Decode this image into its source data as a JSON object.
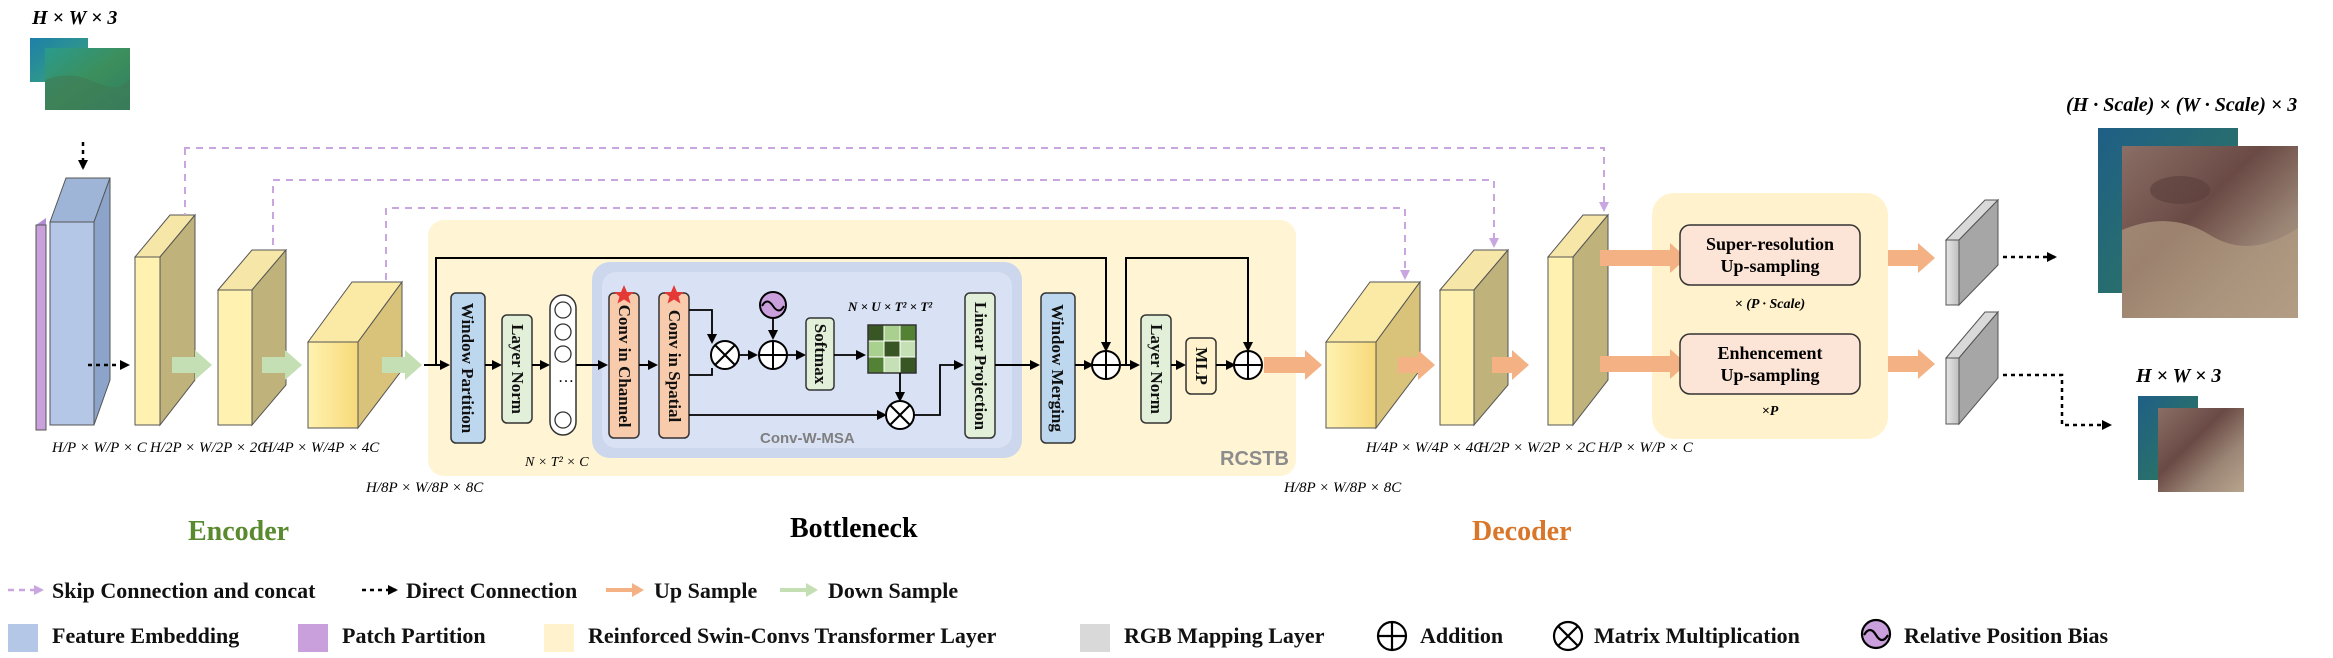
{
  "input": {
    "label": "H × W × 3"
  },
  "output_sr": {
    "label": "(H · Scale) × (W · Scale) × 3"
  },
  "output_enh": {
    "label": "H × W × 3"
  },
  "dims": {
    "d1": "H/P × W/P × C",
    "d2": "H/2P × W/2P × 2C",
    "d3": "H/4P × W/4P × 4C",
    "d4": "H/8P × W/8P × 8C",
    "nt": "N × T² × C",
    "nu": "N × U × T² × T²",
    "d5": "H/8P × W/8P × 8C",
    "d6": "H/4P × W/4P × 4C",
    "d7": "H/2P × W/2P × 2C",
    "d8": "H/P × W/P × C"
  },
  "blocks": {
    "window_partition": "Window Partition",
    "layer_norm_1": "Layer Norm",
    "conv_channel": "Conv in Channel",
    "conv_spatial": "Conv in Spatial",
    "softmax": "Softmax",
    "linear_projection": "Linear Projection",
    "window_merging": "Window Merging",
    "layer_norm_2": "Layer Norm",
    "mlp": "MLP",
    "conv_w_msa": "Conv-W-MSA",
    "rcstb": "RCSTB"
  },
  "heads": {
    "sr_line1": "Super-resolution",
    "sr_line2": "Up-sampling",
    "sr_factor": "× (P · Scale)",
    "enh_line1": "Enhencement",
    "enh_line2": "Up-sampling",
    "enh_factor": "×P"
  },
  "sections": {
    "encoder": "Encoder",
    "bottleneck": "Bottleneck",
    "decoder": "Decoder"
  },
  "legend": {
    "skip": "Skip Connection and concat",
    "direct": "Direct Connection",
    "up": "Up Sample",
    "down": "Down Sample",
    "feature": "Feature Embedding",
    "patch": "Patch Partition",
    "rcst": "Reinforced Swin-Convs Transformer Layer",
    "rgb": "RGB Mapping Layer",
    "add": "Addition",
    "matmul": "Matrix Multiplication",
    "bias": "Relative Position Bias"
  },
  "colors": {
    "encoder": "#5a8a2e",
    "decoder": "#d9762a",
    "up_arrow": "#f4b183",
    "down_arrow": "#c5dfb4",
    "skip": "#c9a6e0",
    "feature": "#b4c7e7",
    "patch": "#c9a0dc",
    "rcst": "#fff2cc",
    "rgb": "#d9d9d9",
    "bias": "#c9a0dc"
  }
}
